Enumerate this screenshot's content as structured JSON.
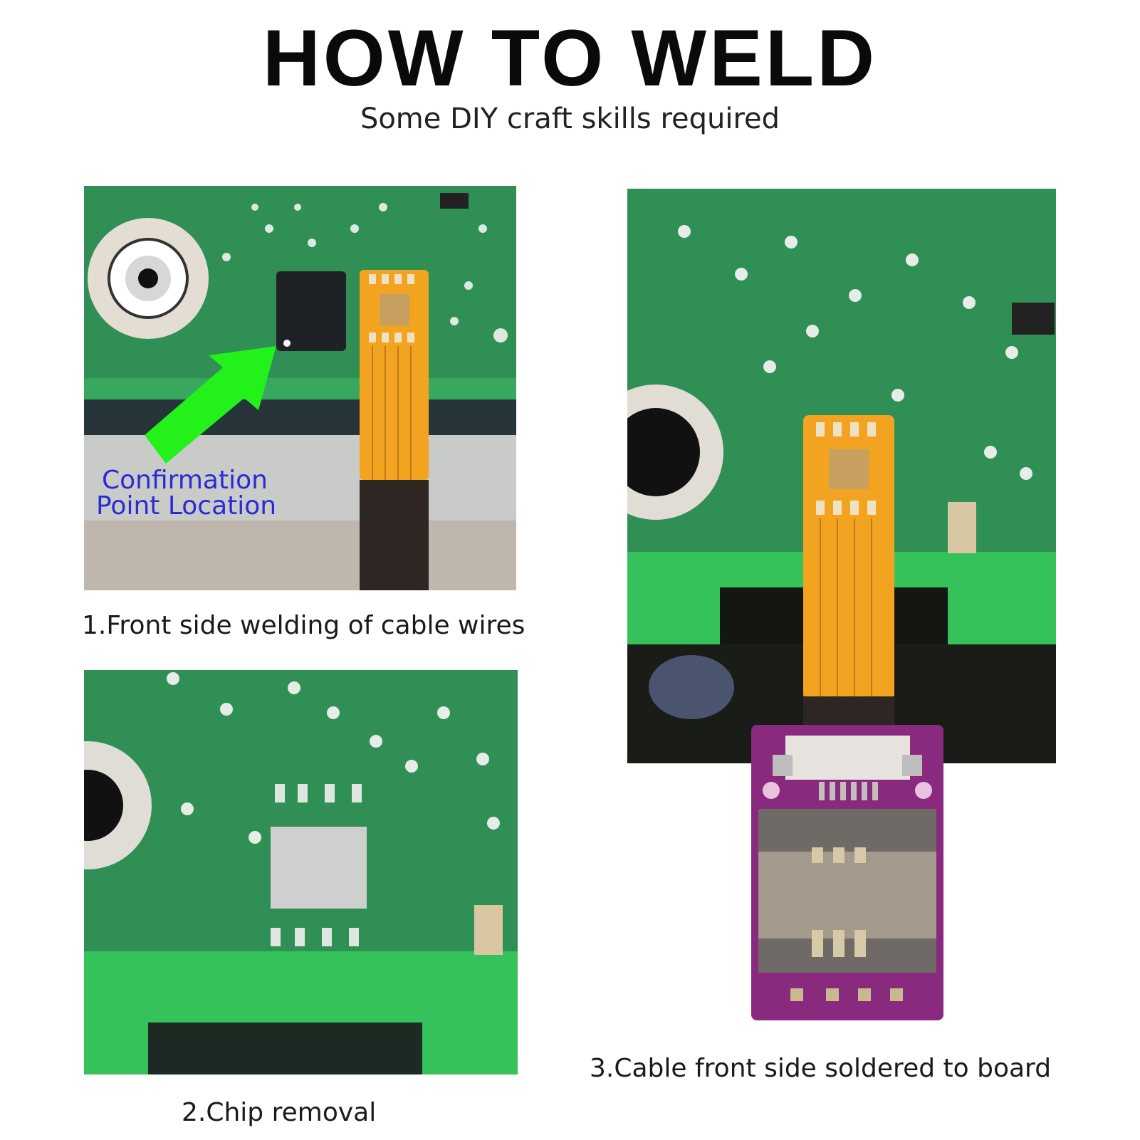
{
  "header": {
    "title": "HOW TO WELD",
    "subtitle": "Some DIY craft skills required"
  },
  "steps": [
    {
      "caption": "1.Front side welding of cable wires",
      "annotation_line1": "Confirmation",
      "annotation_line2": "Point Location"
    },
    {
      "caption": "2.Chip removal"
    },
    {
      "caption": "3.Cable front side soldered to board"
    }
  ],
  "colors": {
    "pcb_green": "#2e9a52",
    "pcb_light_green": "#35c25a",
    "flex_cable": "#f2a421",
    "adapter_purple": "#8a2a7e",
    "arrow_green": "#22f21a",
    "annotation_blue": "#2b2bd6"
  }
}
